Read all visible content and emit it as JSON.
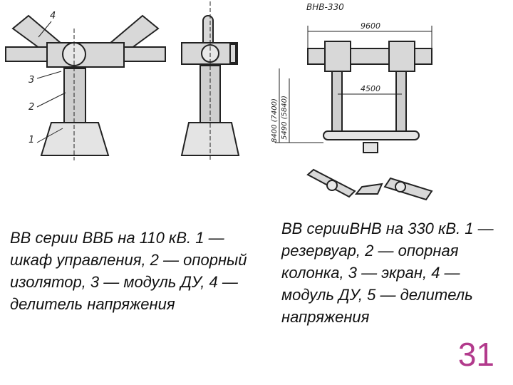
{
  "figures": {
    "left_labels": [
      "4",
      "3",
      "2",
      "1"
    ],
    "right_title": "ВНВ-330",
    "dim_top": "9600",
    "dim_mid": "4500",
    "dim_vertical_1": "8400 (7400)",
    "dim_vertical_2": "5490 (5840)"
  },
  "captions": {
    "left": "ВВ серии ВВБ на 110 кВ. 1 — шкаф управления, 2 — опорный изолятор, 3 — модуль ДУ, 4 — делитель напряжения",
    "right": "ВВ серииВНВ на 330 кВ. 1 — резервуар, 2 — опорная колонка, 3 — экран, 4 — модуль ДУ, 5 — делитель напряжения"
  },
  "page_number": "31"
}
